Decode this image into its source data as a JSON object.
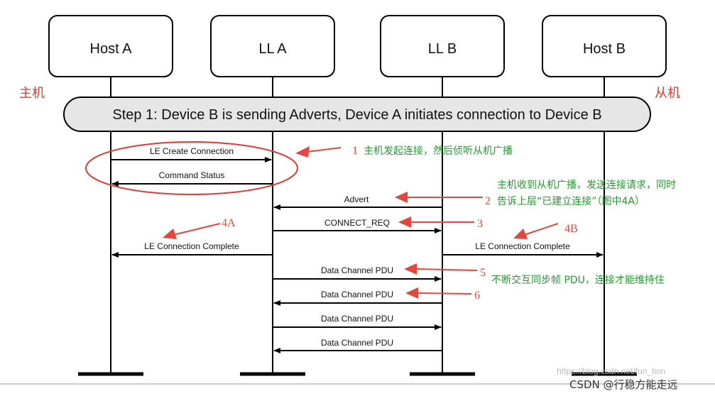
{
  "lanes": {
    "host_a": "Host A",
    "ll_a": "LL A",
    "ll_b": "LL B",
    "host_b": "Host B"
  },
  "side_labels": {
    "left": "主机",
    "right": "从机"
  },
  "step_banner": "Step 1: Device B is sending Adverts, Device A initiates connection to Device B",
  "messages": {
    "le_create_connection": "LE Create Connection",
    "command_status": "Command Status",
    "advert": "Advert",
    "connect_req": "CONNECT_REQ",
    "le_conn_complete_a": "LE Connection Complete",
    "le_conn_complete_b": "LE Connection Complete",
    "data_pdu_1": "Data Channel PDU",
    "data_pdu_2": "Data Channel PDU",
    "data_pdu_3": "Data Channel PDU",
    "data_pdu_4": "Data Channel PDU"
  },
  "annotations": {
    "n1": "1",
    "n1_text": "主机发起连接，然后侦听从机广播",
    "n2": "2",
    "n2_line1": "主机收到从机广播，发送连接请求，同时",
    "n2_line2": "告诉上层“已建立连接”（图中4A）",
    "n3": "3",
    "n4a": "4A",
    "n4b": "4B",
    "n5": "5",
    "n5_text": "不断交互同步帧 PDU，连接才能维持住",
    "n6": "6"
  },
  "watermark": {
    "url": "https://blog.csdn.net/fun_tion",
    "text": "CSDN @行稳方能走远"
  },
  "colors": {
    "annotation_red": "#e03a2f",
    "note_green": "#1f9e2c",
    "banner_fill": "#e6e6e6"
  }
}
